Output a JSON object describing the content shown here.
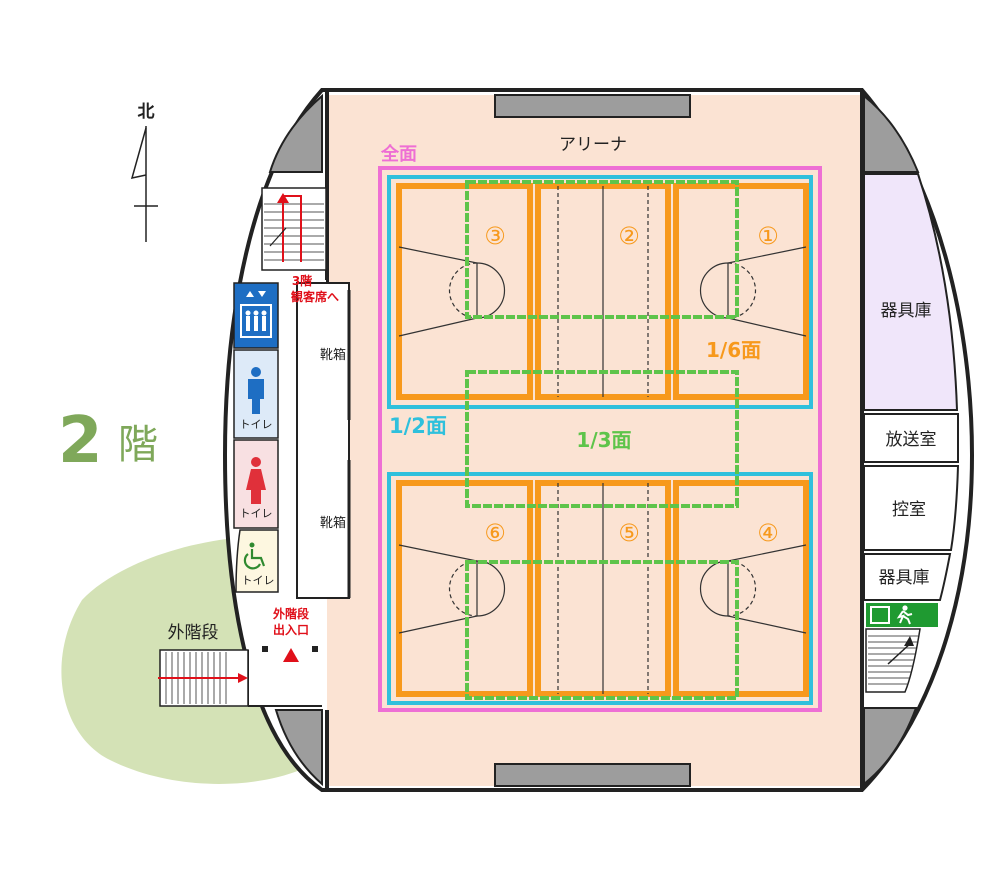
{
  "floor": {
    "number": "2",
    "suffix": "階"
  },
  "compass": {
    "north": "北"
  },
  "arena": {
    "label": "アリーナ"
  },
  "court_divisions": {
    "full": "全面",
    "half": "1/2面",
    "third": "1/3面",
    "sixth": "1/6面"
  },
  "court_numbers": [
    "①",
    "②",
    "③",
    "④",
    "⑤",
    "⑥"
  ],
  "rooms": {
    "equipment_storage_north": "器具庫",
    "broadcast_room": "放送室",
    "waiting_room": "控室",
    "equipment_storage_south": "器具庫"
  },
  "shoe_racks": [
    "靴箱",
    "靴箱"
  ],
  "toilets": {
    "male": "トイレ",
    "female": "トイレ",
    "accessible": "トイレ"
  },
  "stairs": {
    "to_third_floor_line1": "3階",
    "to_third_floor_line2": "観客席へ",
    "outer_stairs": "外階段",
    "outer_entrance_line1": "外階段",
    "outer_entrance_line2": "出入口"
  },
  "colors": {
    "full": "#ee6fd4",
    "half": "#2fc0dc",
    "third": "#5ec44a",
    "sixth": "#f7991c",
    "wall": "#222222",
    "arena_floor": "#fbe3d3",
    "storage": "#f0e6fa",
    "lawn": "#d4e2b6",
    "exit_red": "#e0101a",
    "floor_label": "#7fa85a",
    "male_blue": "#1e6ec3",
    "female_red": "#e0303a",
    "accessible_green": "#2f8a30"
  },
  "icons": {
    "elevator": "elevator-icon",
    "male_toilet": "male-toilet-icon",
    "female_toilet": "female-toilet-icon",
    "accessible_toilet": "wheelchair-icon",
    "emergency_exit": "emergency-exit-icon",
    "entrance_marker": "entrance-triangle-icon",
    "north_arrow": "north-arrow-icon"
  }
}
